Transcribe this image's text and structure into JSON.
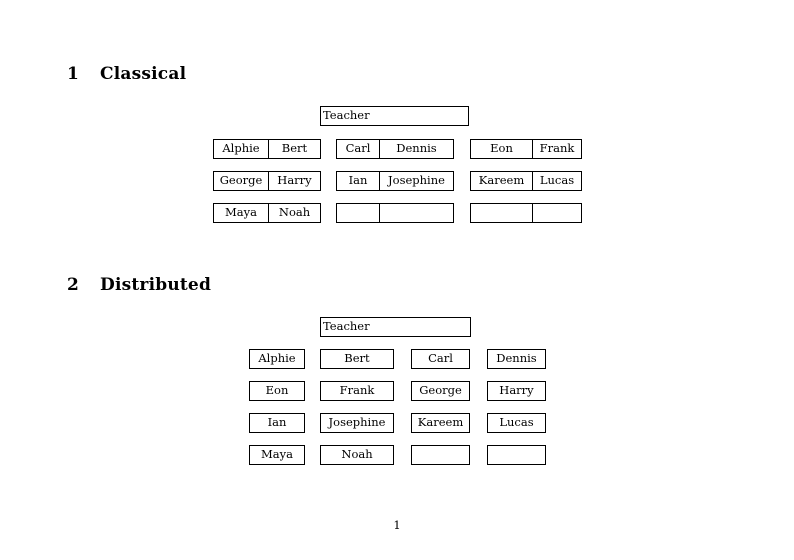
{
  "document": {
    "page_number": "1"
  },
  "sections": [
    {
      "number": "1",
      "title": "Classical",
      "teacher_label": "Teacher",
      "layout": "grouped-pairs",
      "groups": [
        {
          "id": "group-1",
          "rows": [
            [
              "Alphie",
              "Bert"
            ],
            [
              "George",
              "Harry"
            ],
            [
              "Maya",
              "Noah"
            ]
          ]
        },
        {
          "id": "group-2",
          "rows": [
            [
              "Carl",
              "Dennis"
            ],
            [
              "Ian",
              "Josephine"
            ],
            [
              "",
              ""
            ]
          ]
        },
        {
          "id": "group-3",
          "rows": [
            [
              "Eon",
              "Frank"
            ],
            [
              "Kareem",
              "Lucas"
            ],
            [
              "",
              ""
            ]
          ]
        }
      ]
    },
    {
      "number": "2",
      "title": "Distributed",
      "teacher_label": "Teacher",
      "layout": "individual-boxes",
      "rows": [
        [
          "Alphie",
          "Bert",
          "Carl",
          "Dennis"
        ],
        [
          "Eon",
          "Frank",
          "George",
          "Harry"
        ],
        [
          "Ian",
          "Josephine",
          "Kareem",
          "Lucas"
        ],
        [
          "Maya",
          "Noah",
          "",
          ""
        ]
      ]
    }
  ],
  "colors": {
    "text": "#000000",
    "rule": "#000000",
    "background": "#ffffff"
  }
}
